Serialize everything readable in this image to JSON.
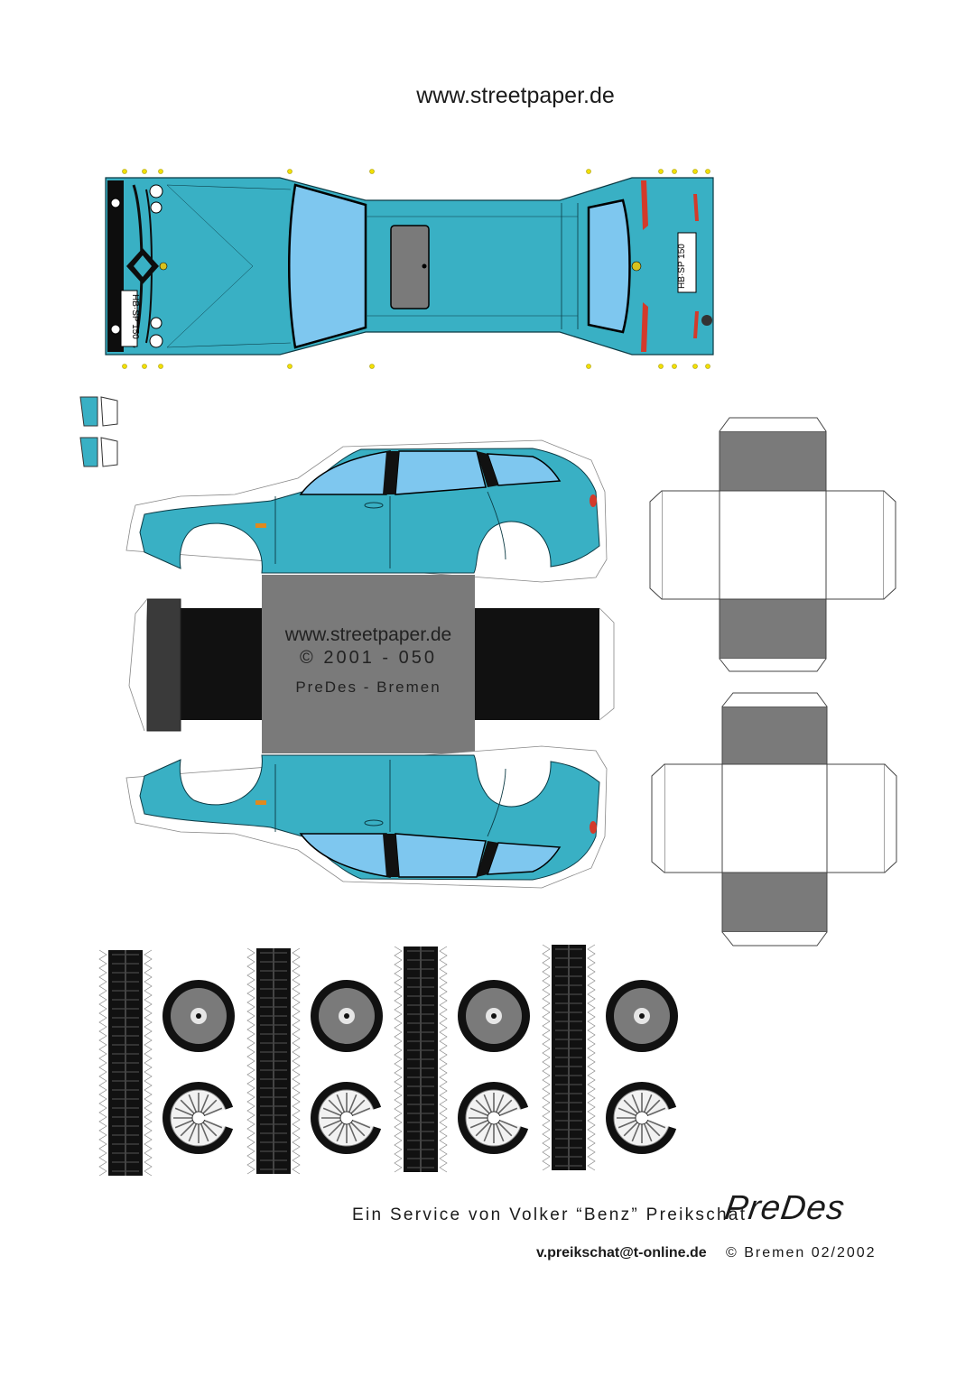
{
  "header": {
    "site_url": "www.streetpaper.de"
  },
  "plates": {
    "front": "HB·SP 150",
    "rear": "HB·SP 150"
  },
  "center_panel": {
    "url": "www.streetpaper.de",
    "copyright": "© 2001 - 050",
    "maker": "PreDes - Bremen"
  },
  "footer": {
    "credit": "Ein Service von Volker “Benz” Preikschat",
    "brand": "PreDes",
    "email": "v.preikschat@t-online.de",
    "copyright": "© Bremen 02/2002"
  },
  "colors": {
    "body": "#39b0c4",
    "glass": "#7ec7ef",
    "gray": "#7a7a7a",
    "black": "#111111",
    "taillight": "#d43a2a",
    "indicator": "#e08a1e",
    "glue_dot": "#f2e000"
  },
  "icons": [
    "car-roof-part",
    "car-side-part",
    "wheel-hub-icon",
    "alloy-rim-icon",
    "tire-strip-part",
    "mirror-part",
    "box-net-part"
  ]
}
